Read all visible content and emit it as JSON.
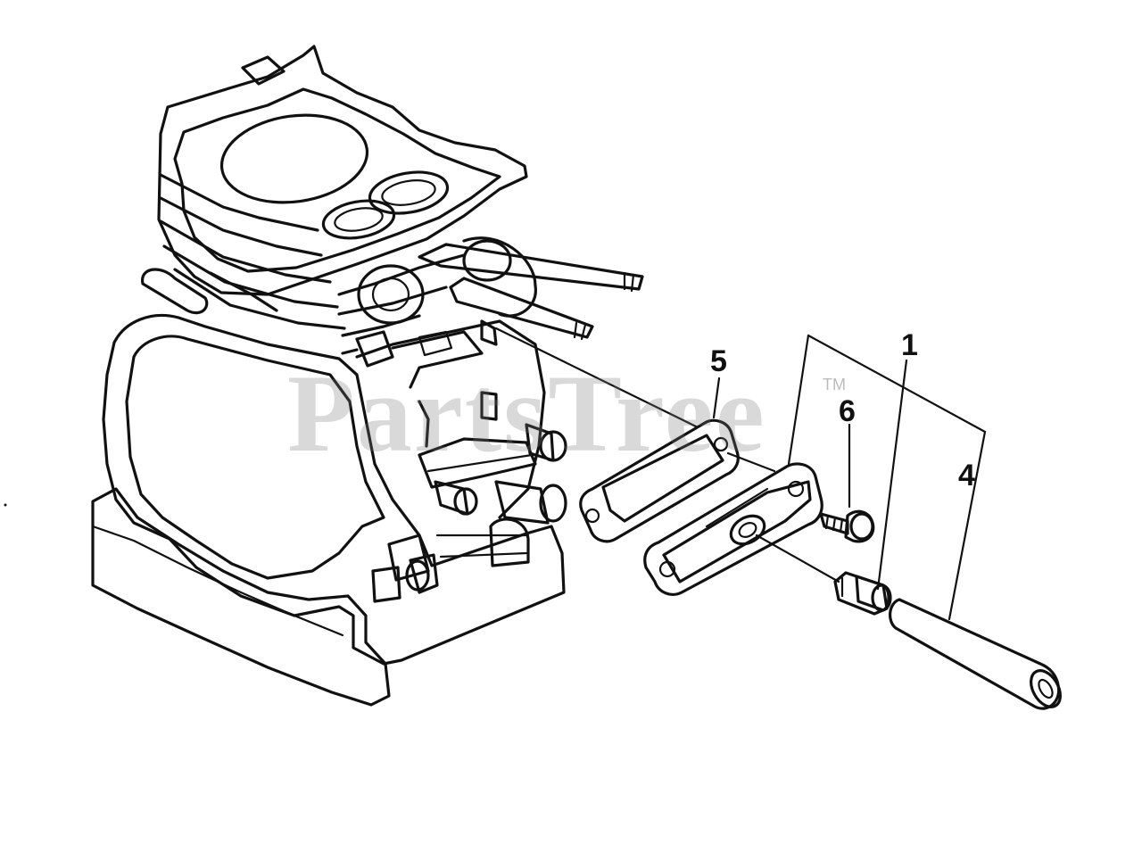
{
  "diagram": {
    "callouts": {
      "part_5": "5",
      "part_1": "1",
      "part_6": "6",
      "part_4": "4"
    },
    "watermark": {
      "text": "PartsTree",
      "trademark": "TM"
    }
  }
}
